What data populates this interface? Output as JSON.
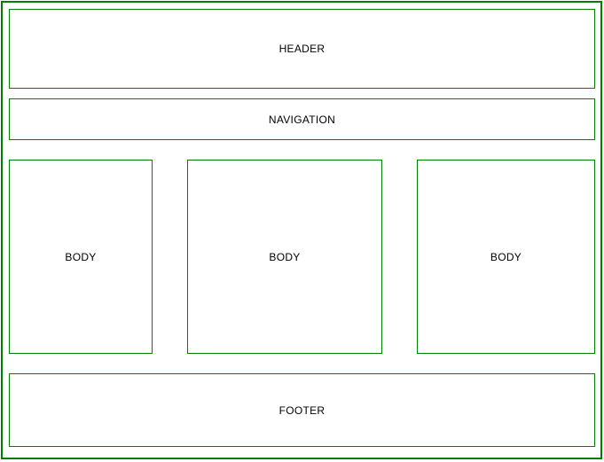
{
  "page": {
    "background_color": "#ffffff",
    "border_color": "#008000",
    "text_color": "#000000"
  },
  "sections": {
    "header": {
      "label": "HEADER"
    },
    "navigation": {
      "label": "NAVIGATION"
    },
    "body": [
      {
        "label": "BODY"
      },
      {
        "label": "BODY"
      },
      {
        "label": "BODY"
      }
    ],
    "footer": {
      "label": "FOOTER"
    }
  }
}
